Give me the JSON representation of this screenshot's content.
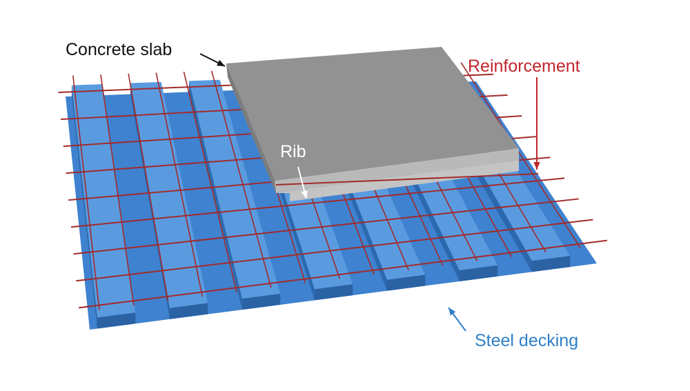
{
  "labels": {
    "concrete_slab": "Concrete slab",
    "reinforcement": "Reinforcement",
    "rib": "Rib",
    "steel_decking": "Steel decking"
  },
  "colors": {
    "decking": "#3f82cf",
    "decking_top": "#5a9be0",
    "decking_side": "#2c68ad",
    "rebar": "#a32a2a",
    "slab_top": "#929292",
    "slab_side": "#b9b9b9",
    "reinforcement_label": "#c0262c",
    "steel_label": "#2f7fc8",
    "text": "#111111"
  }
}
